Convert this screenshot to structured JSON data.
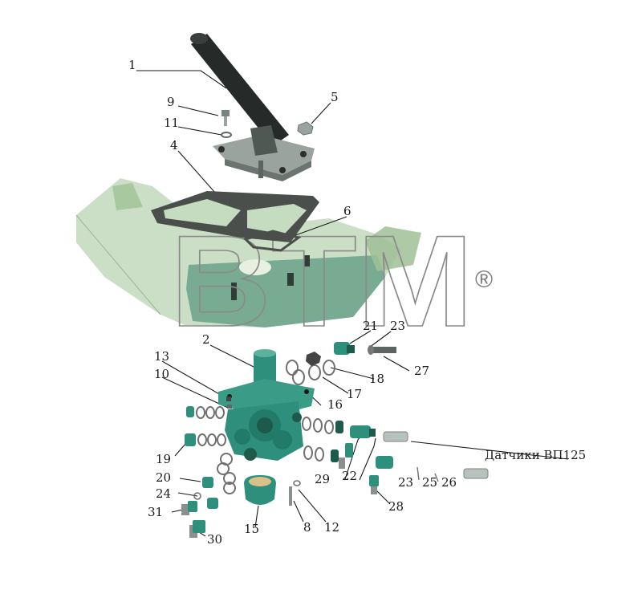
{
  "diagram": {
    "watermark": {
      "text": "BTM",
      "registered_mark": "®"
    },
    "sensor_label": "Датчики ВП125",
    "callouts": [
      "1",
      "2",
      "4",
      "5",
      "6",
      "8",
      "9",
      "10",
      "11",
      "12",
      "13",
      "15",
      "16",
      "17",
      "18",
      "19",
      "20",
      "21",
      "22",
      "23",
      "23",
      "24",
      "25",
      "26",
      "27",
      "28",
      "29",
      "30",
      "31"
    ],
    "colors": {
      "part_teal": "#2e8f7c",
      "part_dark": "#1e5a4c",
      "handle": "#262a28",
      "floor_green": "#c5dcc0",
      "seal_ring": "#707070"
    }
  }
}
